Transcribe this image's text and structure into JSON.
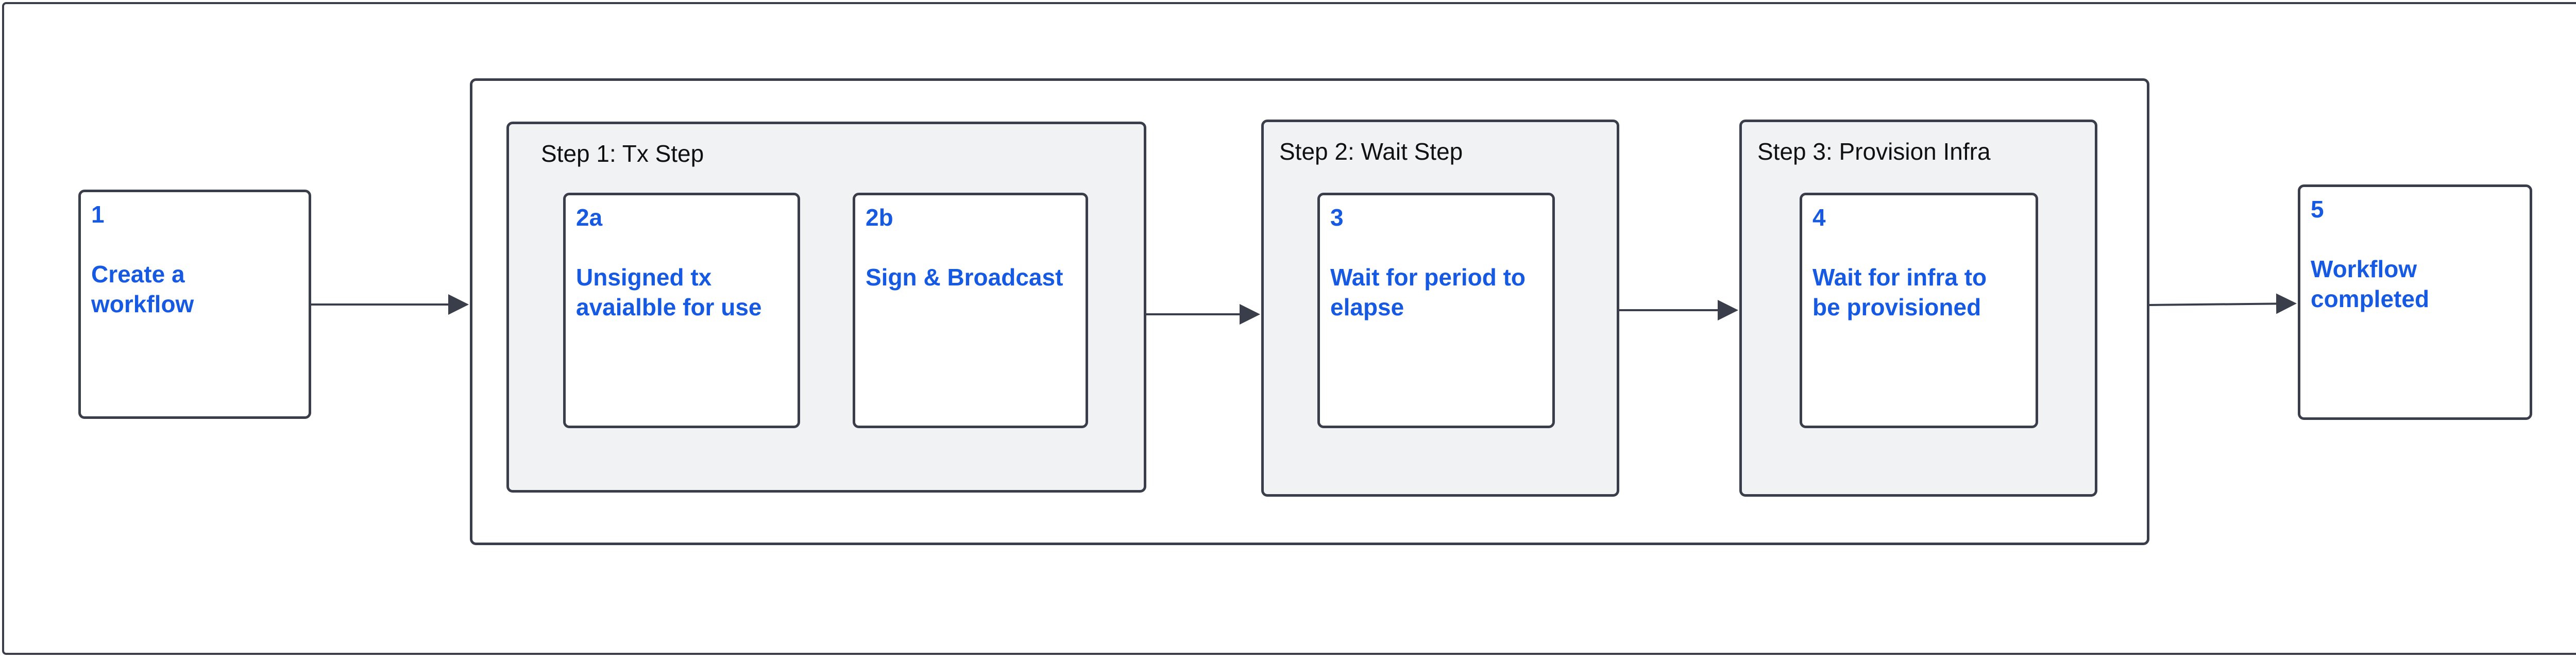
{
  "groups": {
    "tx_step": {
      "title": "Step 1: Tx Step"
    },
    "wait_step": {
      "title": "Step 2: Wait Step"
    },
    "provision_step": {
      "title": "Step 3: Provision Infra"
    }
  },
  "nodes": {
    "n1": {
      "number": "1",
      "lines": [
        "Create a",
        "workflow"
      ]
    },
    "n2a": {
      "number": "2a",
      "lines": [
        "Unsigned tx",
        "avaialble for use"
      ]
    },
    "n2b": {
      "number": "2b",
      "lines": [
        "Sign & Broadcast"
      ]
    },
    "n3": {
      "number": "3",
      "lines": [
        "Wait for period to",
        "elapse"
      ]
    },
    "n4": {
      "number": "4",
      "lines": [
        "Wait for infra to",
        "be provisioned"
      ]
    },
    "n5": {
      "number": "5",
      "lines": [
        "Workflow",
        "completed"
      ]
    }
  },
  "colors": {
    "stroke": "#3a3e4a",
    "text_accent": "#1659e3",
    "group_fill": "#f1f2f4"
  }
}
